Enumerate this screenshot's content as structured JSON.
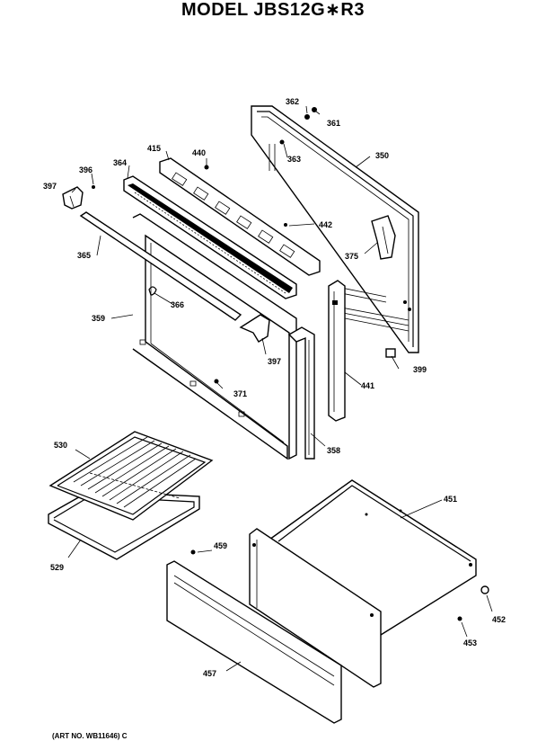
{
  "title": "MODEL JBS12G∗R3",
  "art_no": "(ART NO. WB11646) C",
  "parts": {
    "p350": "350",
    "p361": "361",
    "p362": "362",
    "p363": "363",
    "p364": "364",
    "p365": "365",
    "p366": "366",
    "p371": "371",
    "p375": "375",
    "p396": "396",
    "p397a": "397",
    "p397b": "397",
    "p399": "399",
    "p415": "415",
    "p440": "440",
    "p441": "441",
    "p442": "442",
    "p451": "451",
    "p452": "452",
    "p453": "453",
    "p457": "457",
    "p459": "459",
    "p529": "529",
    "p530": "530",
    "p358": "358",
    "p359": "359"
  }
}
